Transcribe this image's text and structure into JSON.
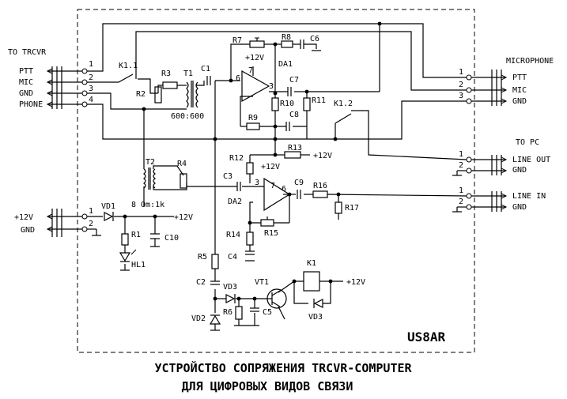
{
  "labels": {
    "to_trcvr": "TO TRCVR",
    "ptt": "PTT",
    "mic": "MIC",
    "gnd": "GND",
    "phone": "PHONE",
    "microphone": "MICROPHONE",
    "to_pc": "TO PC",
    "line_out": "LINE OUT",
    "line_in": "LINE IN",
    "plus12v": "+12V",
    "ratio_t1": "600:600",
    "ratio_t2": "8 Om:1k",
    "author": "US8AR"
  },
  "pins": {
    "p1": "1",
    "p2": "2",
    "p3": "3",
    "p4": "4",
    "p6": "6",
    "p7": "7"
  },
  "components": {
    "K1_1": "K1.1",
    "K1_2": "K1.2",
    "K1": "K1",
    "R1": "R1",
    "R2": "R2",
    "R3": "R3",
    "R4": "R4",
    "R5": "R5",
    "R6": "R6",
    "R7": "R7",
    "R8": "R8",
    "R9": "R9",
    "R10": "R10",
    "R11": "R11",
    "R12": "R12",
    "R13": "R13",
    "R14": "R14",
    "R15": "R15",
    "R16": "R16",
    "R17": "R17",
    "C1": "C1",
    "C2": "C2",
    "C3": "C3",
    "C4": "C4",
    "C5": "C5",
    "C6": "C6",
    "C7": "C7",
    "C8": "C8",
    "C9": "C9",
    "C10": "C10",
    "T1": "T1",
    "T2": "T2",
    "DA1": "DA1",
    "DA2": "DA2",
    "VD1": "VD1",
    "VD2": "VD2",
    "VD3": "VD3",
    "VT1": "VT1",
    "HL1": "HL1"
  },
  "title": {
    "line1": "УСТРОЙСТВО СОПРЯЖЕНИЯ TRCVR-COMPUTER",
    "line2": "ДЛЯ ЦИФРОВЫХ ВИДОВ СВЯЗИ"
  }
}
